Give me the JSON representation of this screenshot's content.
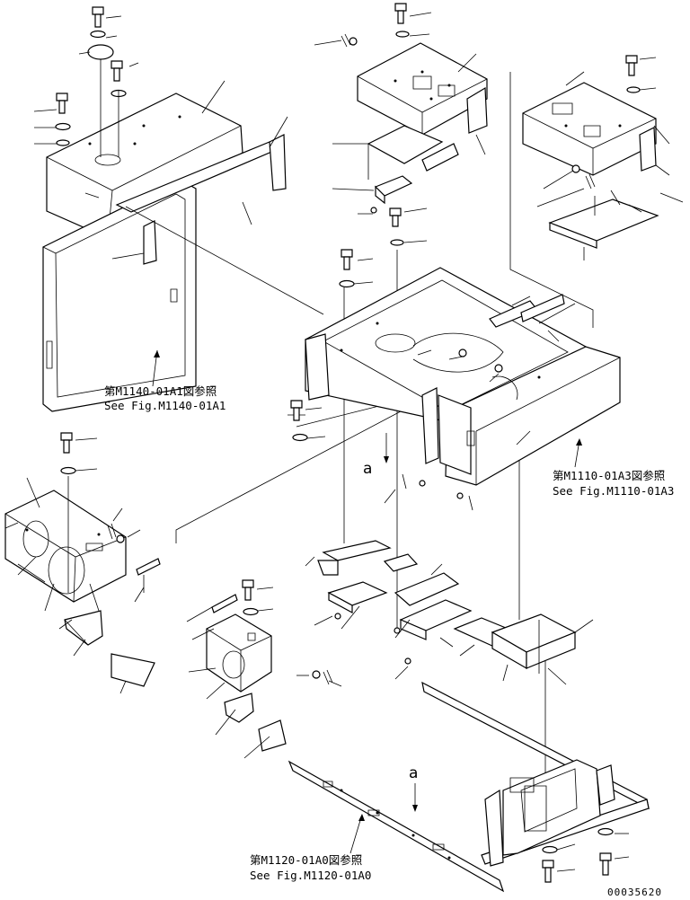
{
  "references": {
    "m1140_jp": "第M1140-01A1図参照",
    "m1140_en": "See Fig.M1140-01A1",
    "m1110_jp": "第M1110-01A3図参照",
    "m1110_en": "See Fig.M1110-01A3",
    "m1120_jp": "第M1120-01A0図参照",
    "m1120_en": "See Fig.M1120-01A0"
  },
  "markers": {
    "a_upper": "a",
    "a_lower": "a"
  },
  "drawing_id": "00035620"
}
